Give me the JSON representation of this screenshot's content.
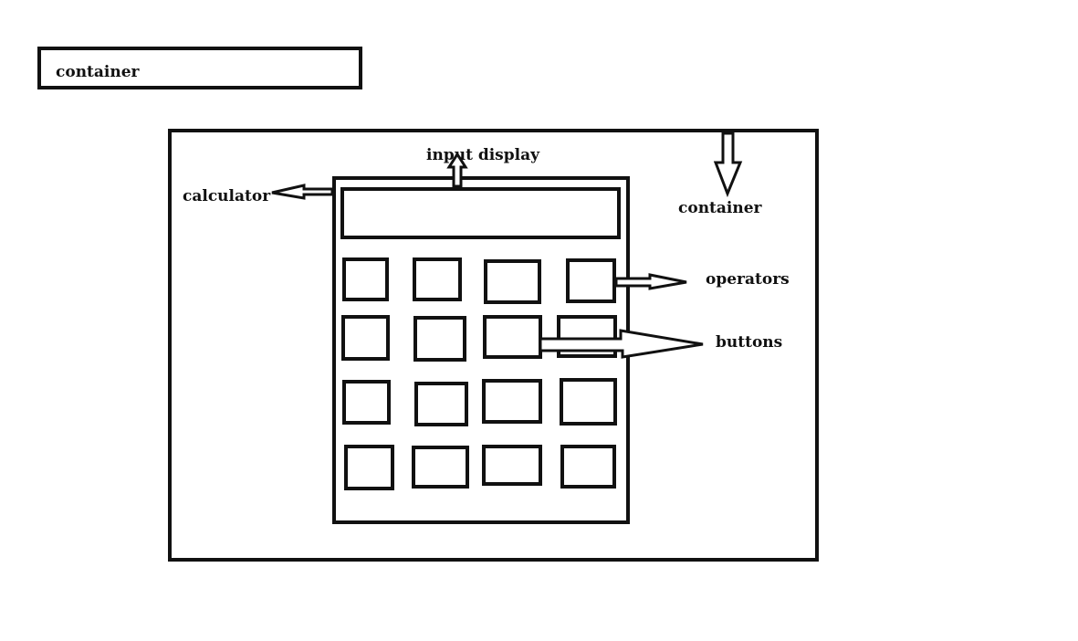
{
  "labels": {
    "container_top": "container",
    "input_display": "input display",
    "calculator": "calculator",
    "container_right": "container",
    "operators": "operators",
    "buttons": "buttons"
  },
  "colors": {
    "stroke": "#111111",
    "background": "#ffffff"
  }
}
